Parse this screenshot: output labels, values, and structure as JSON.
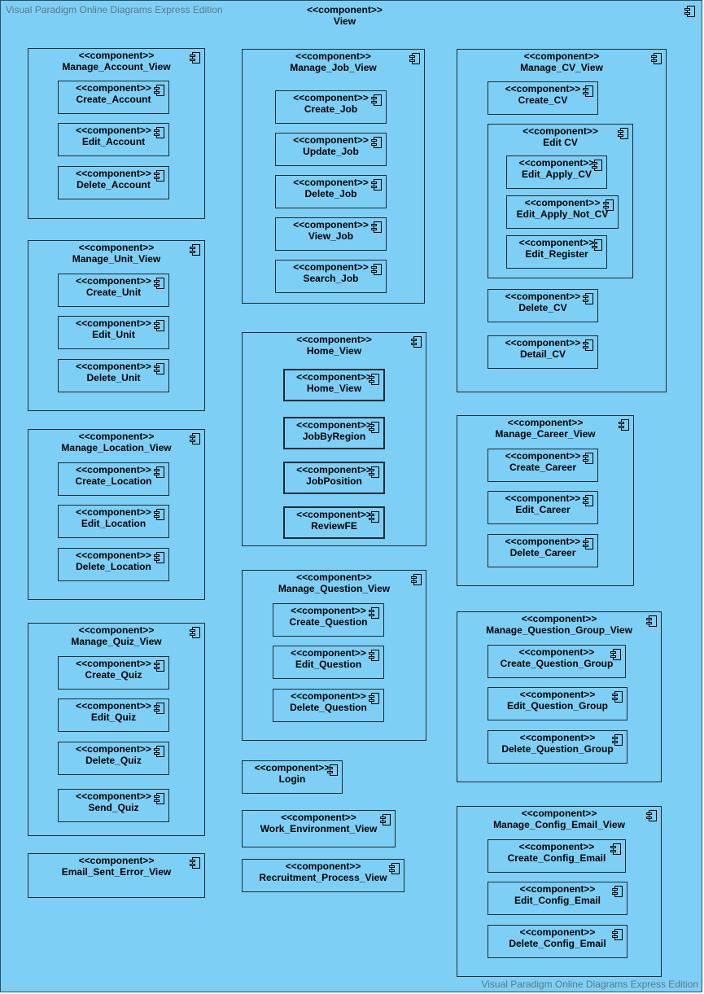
{
  "watermark": "Visual Paradigm Online Diagrams Express Edition",
  "stereotype": "<<component>>",
  "diagram": {
    "name": "View",
    "groups": {
      "manage_account_view": {
        "name": "Manage_Account_View",
        "children": [
          "Create_Account",
          "Edit_Account",
          "Delete_Account"
        ]
      },
      "manage_unit_view": {
        "name": "Manage_Unit_View",
        "children": [
          "Create_Unit",
          "Edit_Unit",
          "Delete_Unit"
        ]
      },
      "manage_location_view": {
        "name": "Manage_Location_View",
        "children": [
          "Create_Location",
          "Edit_Location",
          "Delete_Location"
        ]
      },
      "manage_quiz_view": {
        "name": "Manage_Quiz_View",
        "children": [
          "Create_Quiz",
          "Edit_Quiz",
          "Delete_Quiz",
          "Send_Quiz"
        ]
      },
      "manage_job_view": {
        "name": "Manage_Job_View",
        "children": [
          "Create_Job",
          "Update_Job",
          "Delete_Job",
          "View_Job",
          "Search_Job"
        ]
      },
      "home_view": {
        "name": "Home_View",
        "children": [
          "Home_View",
          "JobByRegion",
          "JobPosition",
          "ReviewFE"
        ]
      },
      "manage_question_view": {
        "name": "Manage_Question_View",
        "children": [
          "Create_Question",
          "Edit_Question",
          "Delete_Question"
        ]
      },
      "manage_cv_view": {
        "name": "Manage_CV_View",
        "children": [
          "Create_CV",
          "Delete_CV",
          "Detail_CV"
        ]
      },
      "edit_cv": {
        "name": "Edit CV",
        "children": [
          "Edit_Apply_CV",
          "Edit_Apply_Not_CV",
          "Edit_Register"
        ]
      },
      "manage_career_view": {
        "name": "Manage_Career_View",
        "children": [
          "Create_Career",
          "Edit_Career",
          "Delete_Career"
        ]
      },
      "manage_question_group_view": {
        "name": "Manage_Question_Group_View",
        "children": [
          "Create_Question_Group",
          "Edit_Question_Group",
          "Delete_Question_Group"
        ]
      },
      "manage_config_email_view": {
        "name": "Manage_Config_Email_View",
        "children": [
          "Create_Config_Email",
          "Edit_Config_Email",
          "Delete_Config_Email"
        ]
      }
    },
    "standalone": [
      "Email_Sent_Error_View",
      "Login",
      "Work_Environment_View",
      "Recruitment_Process_View"
    ]
  }
}
